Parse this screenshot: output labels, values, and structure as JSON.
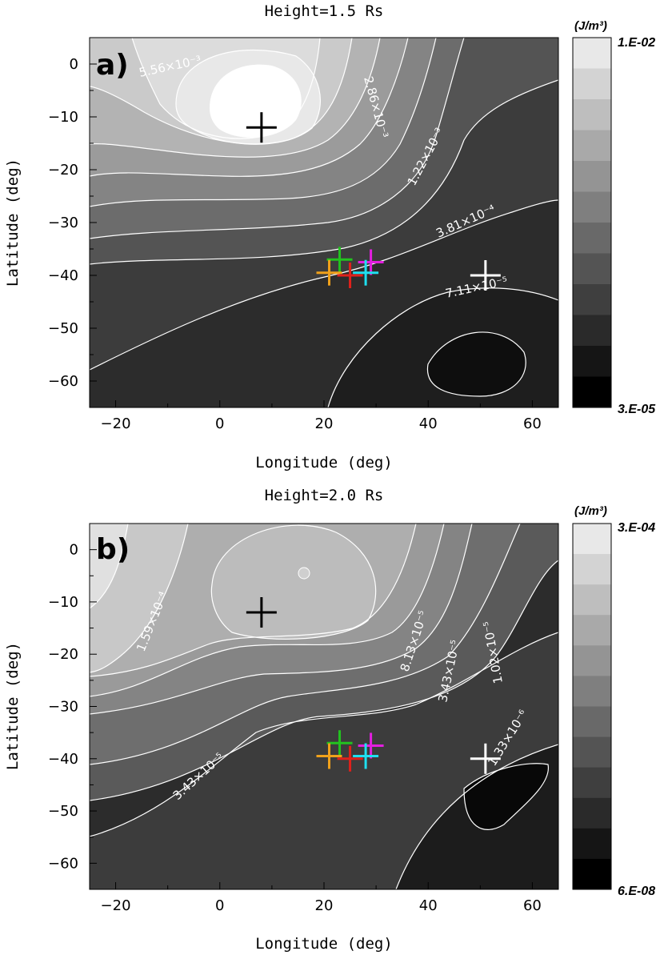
{
  "chart_data": [
    {
      "type": "heatmap",
      "title": "Height=1.5 Rs",
      "panel_label": "a)",
      "xlabel": "Longitude (deg)",
      "ylabel": "Latitude (deg)",
      "xlim": [
        -25,
        65
      ],
      "ylim": [
        -65,
        5
      ],
      "xticks": [
        "−20",
        "0",
        "20",
        "40",
        "60"
      ],
      "yticks": [
        "0",
        "−10",
        "−20",
        "−30",
        "−40",
        "−50",
        "−60"
      ],
      "colorbar": {
        "unit": "(J/m³)",
        "max_label": "1.E-02",
        "min_label": "3.E-05",
        "levels": 12
      },
      "contour_labels": [
        "5.56×10⁻³",
        "2.86×10⁻³",
        "1.22×10⁻³",
        "3.81×10⁻⁴",
        "7.11×10⁻⁵"
      ],
      "markers": [
        {
          "color": "black",
          "lon": 8,
          "lat": -12
        },
        {
          "color": "white",
          "lon": 51,
          "lat": -40
        },
        {
          "color": "green",
          "lon": 23,
          "lat": -37
        },
        {
          "color": "orange",
          "lon": 21,
          "lat": -39.5
        },
        {
          "color": "red",
          "lon": 25,
          "lat": -40
        },
        {
          "color": "magenta",
          "lon": 29,
          "lat": -37.5
        },
        {
          "color": "cyan",
          "lon": 28,
          "lat": -39.5
        }
      ]
    },
    {
      "type": "heatmap",
      "title": "Height=2.0 Rs",
      "panel_label": "b)",
      "xlabel": "Longitude (deg)",
      "ylabel": "Latitude (deg)",
      "xlim": [
        -25,
        65
      ],
      "ylim": [
        -65,
        5
      ],
      "xticks": [
        "−20",
        "0",
        "20",
        "40",
        "60"
      ],
      "yticks": [
        "0",
        "−10",
        "−20",
        "−30",
        "−40",
        "−50",
        "−60"
      ],
      "colorbar": {
        "unit": "(J/m³)",
        "max_label": "3.E-04",
        "min_label": "6.E-08",
        "levels": 12
      },
      "contour_labels": [
        "1.59×10⁻⁴",
        "8.13×10⁻⁵",
        "3.43×10⁻⁵",
        "1.02×10⁻⁵",
        "1.33×10⁻⁶",
        "3.43×10⁻⁵"
      ],
      "markers": [
        {
          "color": "black",
          "lon": 8,
          "lat": -12
        },
        {
          "color": "white",
          "lon": 51,
          "lat": -40
        },
        {
          "color": "green",
          "lon": 23,
          "lat": -37
        },
        {
          "color": "orange",
          "lon": 21,
          "lat": -39.5
        },
        {
          "color": "red",
          "lon": 25,
          "lat": -40
        },
        {
          "color": "magenta",
          "lon": 29,
          "lat": -37.5
        },
        {
          "color": "cyan",
          "lon": 28,
          "lat": -39.5
        }
      ]
    }
  ],
  "colors": {
    "black": "#000000",
    "white": "#ffffff",
    "green": "#22c21f",
    "orange": "#f0a11b",
    "red": "#e0201b",
    "magenta": "#e31ee0",
    "cyan": "#1ee0f0"
  }
}
